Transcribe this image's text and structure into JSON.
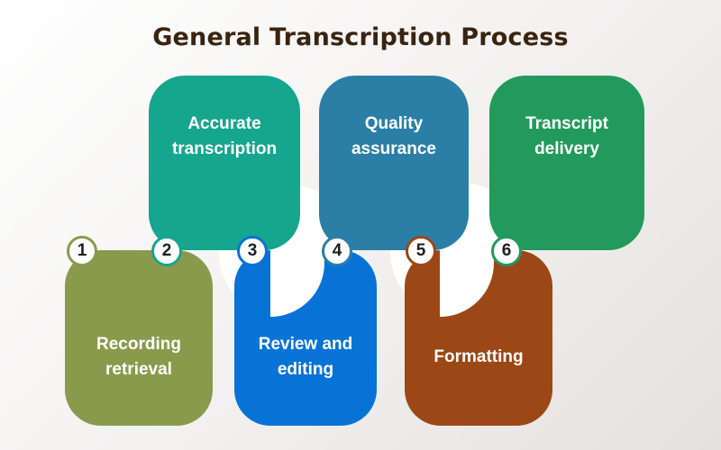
{
  "title": "General Transcription Process",
  "steps": [
    {
      "number": "1",
      "label": "Recording\nretrieval",
      "color": "#8a9a4c"
    },
    {
      "number": "2",
      "label": "Accurate\ntranscription",
      "color": "#16a58e"
    },
    {
      "number": "3",
      "label": "Review and\nediting",
      "color": "#0873d6"
    },
    {
      "number": "4",
      "label": "Quality\nassurance",
      "color": "#2b7fa7"
    },
    {
      "number": "5",
      "label": "Formatting",
      "color": "#9c4716"
    },
    {
      "number": "6",
      "label": "Transcript\ndelivery",
      "color": "#229a5c"
    }
  ]
}
